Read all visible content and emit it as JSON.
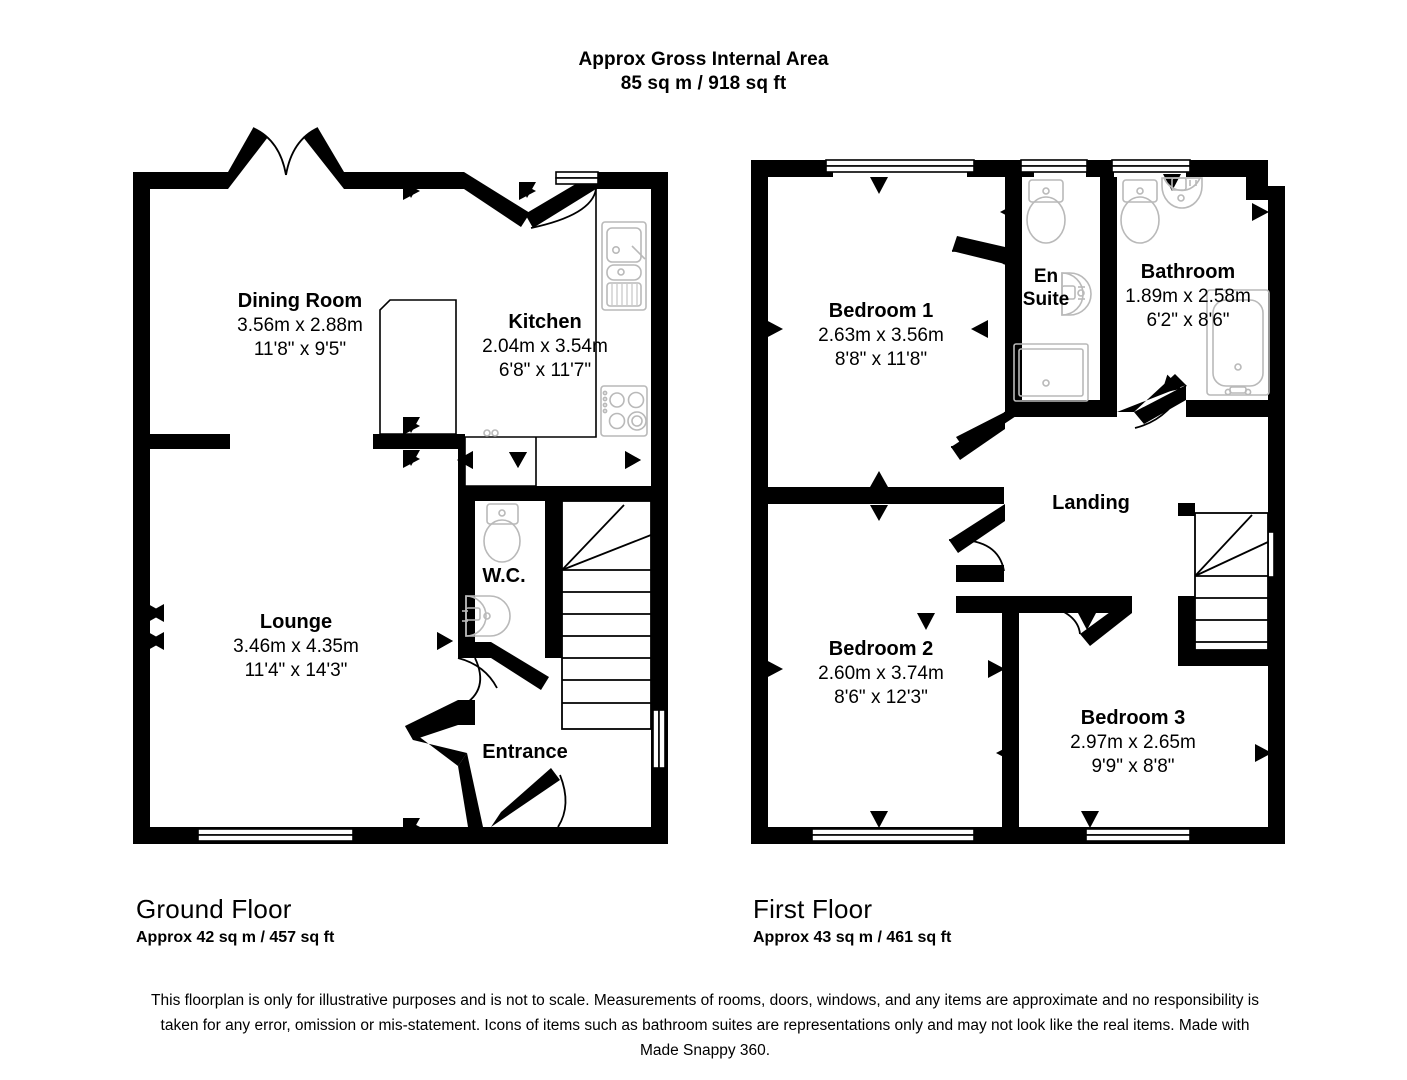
{
  "header": {
    "line1": "Approx Gross Internal Area",
    "line2": "85 sq m / 918 sq ft"
  },
  "floors": [
    {
      "id": "ground",
      "title": "Ground Floor",
      "area": "Approx 42 sq m / 457 sq ft",
      "rooms": [
        {
          "name": "Dining Room",
          "metric": "3.56m x 2.88m",
          "imperial": "11'8\" x 9'5\""
        },
        {
          "name": "Kitchen",
          "metric": "2.04m x 3.54m",
          "imperial": "6'8\" x 11'7\""
        },
        {
          "name": "Lounge",
          "metric": "3.46m x 4.35m",
          "imperial": "11'4\" x 14'3\""
        },
        {
          "name": "W.C.",
          "metric": "",
          "imperial": ""
        },
        {
          "name": "Entrance",
          "metric": "",
          "imperial": ""
        }
      ]
    },
    {
      "id": "first",
      "title": "First Floor",
      "area": "Approx 43 sq m / 461 sq ft",
      "rooms": [
        {
          "name": "Bedroom 1",
          "metric": "2.63m x 3.56m",
          "imperial": "8'8\" x 11'8\""
        },
        {
          "name": "En",
          "name2": "Suite",
          "metric": "",
          "imperial": ""
        },
        {
          "name": "Bathroom",
          "metric": "1.89m x 2.58m",
          "imperial": "6'2\" x 8'6\""
        },
        {
          "name": "Landing",
          "metric": "",
          "imperial": ""
        },
        {
          "name": "Bedroom 2",
          "metric": "2.60m x 3.74m",
          "imperial": "8'6\" x 12'3\""
        },
        {
          "name": "Bedroom 3",
          "metric": "2.97m x 2.65m",
          "imperial": "9'9\" x 8'8\""
        }
      ]
    }
  ],
  "disclaimer": "This floorplan is only for illustrative purposes and is not to scale. Measurements of rooms, doors, windows, and any items are approximate and no responsibility is taken for any error, omission or mis-statement. Icons of items such as bathroom suites are representations only and may not look like the real items. Made with Made Snappy 360.",
  "colors": {
    "wall": "#000000",
    "background": "#ffffff",
    "fixture": "#b9b9b9"
  },
  "icons": {
    "sink": "kitchen-sink-icon",
    "hob": "hob-icon",
    "toilet": "toilet-icon",
    "basin": "wash-basin-icon",
    "bath": "bathtub-icon",
    "shower": "shower-tray-icon",
    "stairs": "staircase-icon",
    "door_arrow": "direction-arrow-icon",
    "window": "window-icon"
  }
}
